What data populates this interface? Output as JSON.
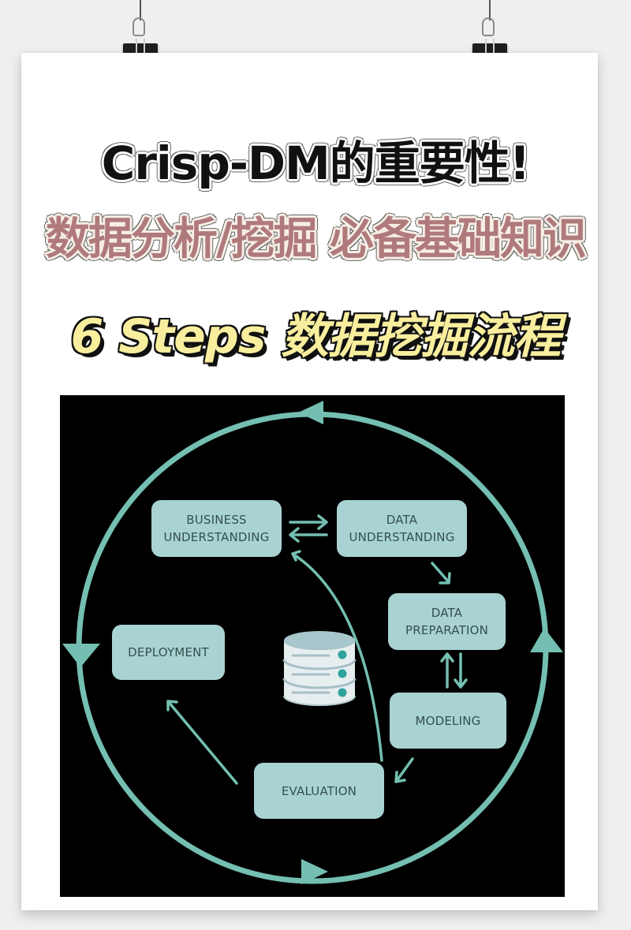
{
  "poster": {
    "title_line1": "Crisp-DM的重要性!",
    "title_line2": "数据分析/挖掘 必备基础知识",
    "title_line3": "6 Steps 数据挖掘流程"
  },
  "diagram": {
    "name": "CRISP-DM cycle",
    "colors": {
      "background": "#000000",
      "accent": "#74bfb1",
      "box_fill": "#a9d3d2",
      "box_text": "#33504f",
      "db_dot": "#2ea39c"
    },
    "steps": [
      {
        "line1": "BUSINESS",
        "line2": "UNDERSTANDING"
      },
      {
        "line1": "DATA",
        "line2": "UNDERSTANDING"
      },
      {
        "line1": "DATA",
        "line2": "PREPARATION"
      },
      {
        "line1": "MODELING",
        "line2": ""
      },
      {
        "line1": "EVALUATION",
        "line2": ""
      },
      {
        "line1": "DEPLOYMENT",
        "line2": ""
      }
    ],
    "center_icon": "database-icon",
    "arrows": [
      "business-understanding <-> data-understanding",
      "data-understanding -> data-preparation",
      "data-preparation <-> modeling",
      "modeling -> evaluation",
      "evaluation -> business-understanding",
      "evaluation -> deployment",
      "outer-cycle clockwise"
    ]
  }
}
